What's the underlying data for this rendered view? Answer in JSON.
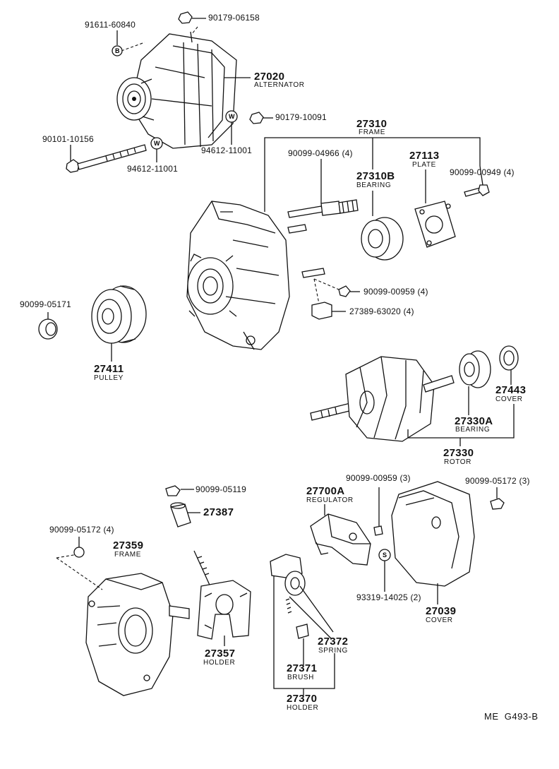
{
  "parts": {
    "p_91611_60840": "91611-60840",
    "p_90179_06158": "90179-06158",
    "p_27020": "27020",
    "n_27020": "ALTERNATOR",
    "p_90179_10091": "90179-10091",
    "p_94612_11001_a": "94612-11001",
    "p_90101_10156": "90101-10156",
    "p_94612_11001_b": "94612-11001",
    "p_27310": "27310",
    "n_27310": "FRAME",
    "p_90099_04966": "90099-04966 (4)",
    "p_27113": "27113",
    "n_27113": "PLATE",
    "p_90099_00949": "90099-00949 (4)",
    "p_27310B": "27310B",
    "n_27310B": "BEARING",
    "p_90099_00959_4": "90099-00959 (4)",
    "p_27389_63020": "27389-63020 (4)",
    "p_90099_05171": "90099-05171",
    "p_27411": "27411",
    "n_27411": "PULLEY",
    "p_27443": "27443",
    "n_27443": "COVER",
    "p_27330A": "27330A",
    "n_27330A": "BEARING",
    "p_27330": "27330",
    "n_27330": "ROTOR",
    "p_90099_00959_3": "90099-00959 (3)",
    "p_90099_05172_3": "90099-05172 (3)",
    "p_90099_05119": "90099-05119",
    "p_27700A": "27700A",
    "n_27700A": "REGULATOR",
    "p_27387": "27387",
    "p_90099_05172_4": "90099-05172 (4)",
    "p_27359": "27359",
    "n_27359": "FRAME",
    "p_93319_14025": "93319-14025 (2)",
    "p_27039": "27039",
    "n_27039": "COVER",
    "p_27357": "27357",
    "n_27357": "HOLDER",
    "p_27372": "27372",
    "n_27372": "SPRING",
    "p_27371": "27371",
    "n_27371": "BRUSH",
    "p_27370": "27370",
    "n_27370": "HOLDER"
  },
  "markers": {
    "b": "B",
    "w": "W",
    "s": "S"
  },
  "diagram_code": "ME  G493-B"
}
